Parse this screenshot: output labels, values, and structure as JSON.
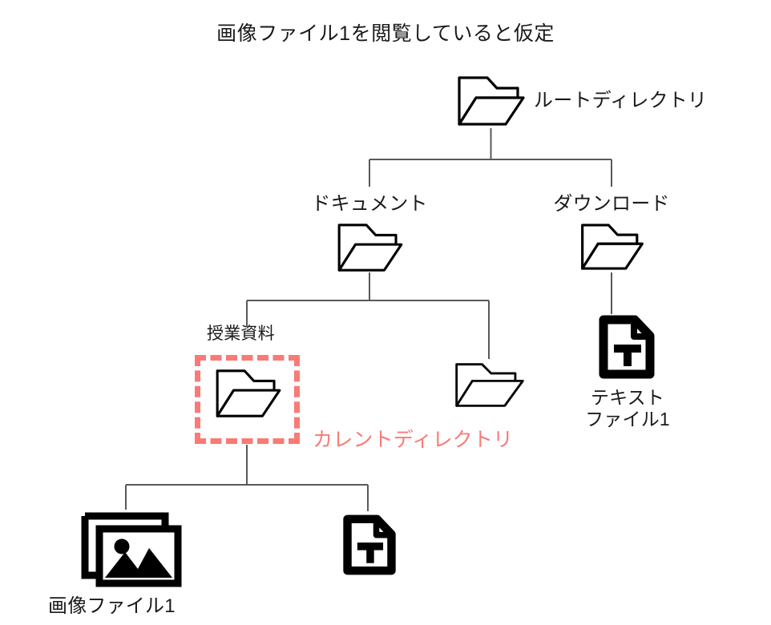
{
  "title": "画像ファイル1を閲覧していると仮定",
  "accent_color": "#f97a76",
  "line_color": "#58595b",
  "icon_color": "#000000",
  "text_color": "#1a1a1a",
  "nodes": {
    "root": {
      "label": "ルートディレクトリ",
      "icon": "folder-open-icon"
    },
    "documents": {
      "label": "ドキュメント",
      "icon": "folder-open-icon"
    },
    "downloads": {
      "label": "ダウンロード",
      "icon": "folder-open-icon"
    },
    "lesson_materials": {
      "label": "授業資料",
      "icon": "folder-open-icon"
    },
    "unnamed_folder": {
      "label": "",
      "icon": "folder-open-icon"
    },
    "text_file_1": {
      "label_line1": "テキスト",
      "label_line2": "ファイル1",
      "icon": "text-file-icon"
    },
    "image_file_1": {
      "label": "画像ファイル1",
      "icon": "image-file-icon"
    },
    "text_file_unnamed": {
      "label": "",
      "icon": "text-file-icon"
    }
  },
  "annotation": {
    "current_directory_label": "カレントディレクトリ"
  }
}
